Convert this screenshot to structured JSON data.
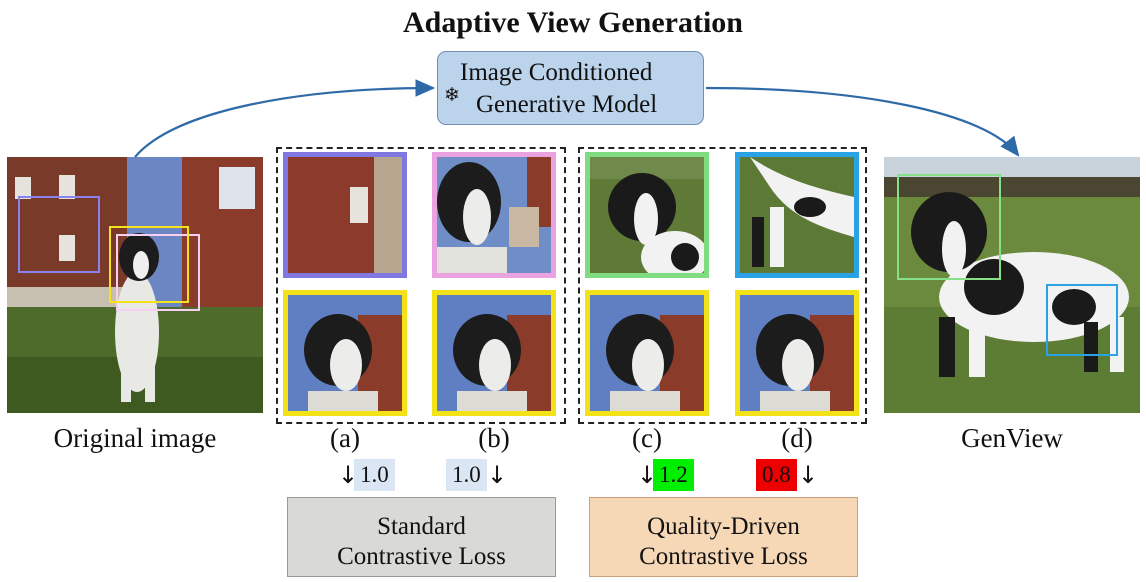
{
  "title": "Adaptive View Generation",
  "model": {
    "line1": "Image Conditioned",
    "line2": "Generative Model",
    "frozen_icon": "snowflake-icon"
  },
  "original_caption": "Original image",
  "genview_caption": "GenView",
  "pairs": [
    {
      "label": "(a)",
      "score": "1.0",
      "score_color": "#dbe6f4",
      "view_color": "#8078e0",
      "anchor_color": "#f2e217"
    },
    {
      "label": "(b)",
      "score": "1.0",
      "score_color": "#dbe6f4",
      "view_color": "#eaa3e0",
      "anchor_color": "#f2e217"
    },
    {
      "label": "(c)",
      "score": "1.2",
      "score_color": "#00ee00",
      "view_color": "#80dc80",
      "anchor_color": "#f2e217"
    },
    {
      "label": "(d)",
      "score": "0.8",
      "score_color": "#ee0000",
      "view_color": "#2aa2e6",
      "anchor_color": "#f2e217"
    }
  ],
  "loss_standard": {
    "line1": "Standard",
    "line2": "Contrastive Loss",
    "fill": "#d9d9d6"
  },
  "loss_quality": {
    "line1": "Quality-Driven",
    "line2": "Contrastive Loss",
    "fill": "#f6d8b6"
  }
}
